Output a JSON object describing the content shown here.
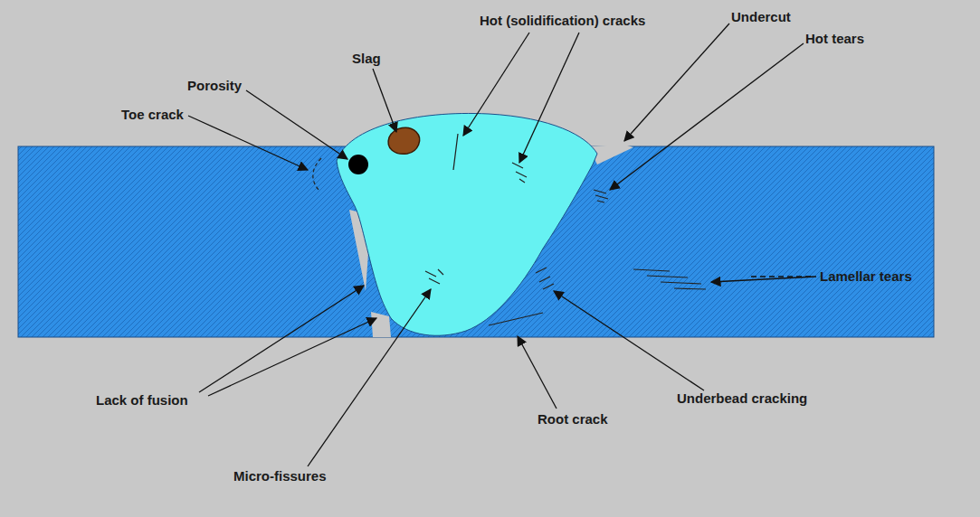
{
  "diagram": {
    "labels": [
      "Porosity",
      "Slag",
      "Hot (solidification) cracks",
      "Toe crack",
      "Undercut",
      "Hot tears",
      "Lamellar tears",
      "Lack of fusion",
      "Underbead cracking",
      "Micro-fissures",
      "Root crack"
    ]
  }
}
